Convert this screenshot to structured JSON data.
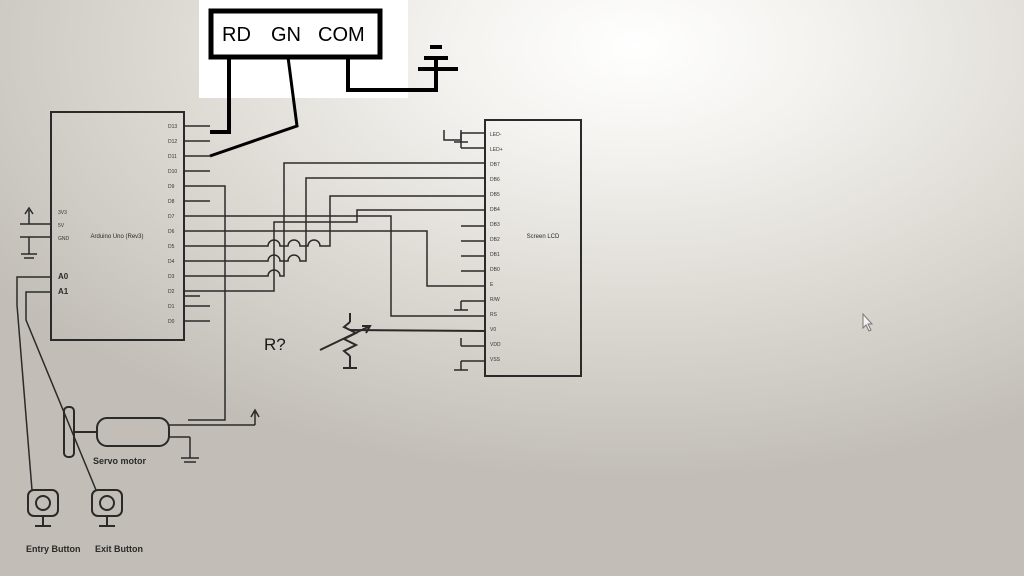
{
  "led_box": {
    "labels": [
      "RD",
      "GN",
      "COM"
    ]
  },
  "arduino": {
    "title": "Arduino Uno (Rev3)",
    "right_pins": [
      "D13",
      "D12",
      "D11",
      "D10",
      "D9",
      "D8",
      "D7",
      "D6",
      "D5",
      "D4",
      "D3",
      "D2",
      "D1",
      "D0"
    ],
    "left_pins": [
      "3V3",
      "5V",
      "GND"
    ],
    "analog_pins": [
      "A0",
      "A1"
    ]
  },
  "lcd": {
    "title": "Screen LCD",
    "pins": [
      "LED-",
      "LED+",
      "DB7",
      "DB6",
      "DB5",
      "DB4",
      "DB3",
      "DB2",
      "DB1",
      "DB0",
      "E",
      "R/W",
      "RS",
      "V0",
      "VDD",
      "VSS"
    ]
  },
  "resistor_label": "R?",
  "servo_label": "Servo motor",
  "entry_button_label": "Entry Button",
  "exit_button_label": "Exit Button",
  "colors": {
    "paper": "#e9e7e3",
    "ink": "#2a2a2a",
    "marker": "#000000"
  }
}
